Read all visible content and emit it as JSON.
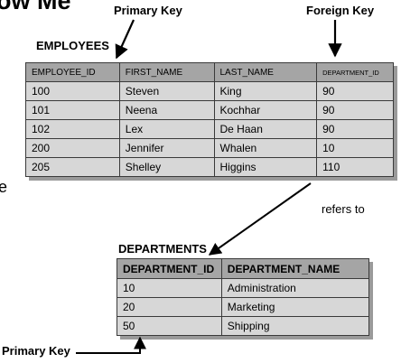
{
  "slide": {
    "title": "ow Me",
    "stray_char": "e"
  },
  "callouts": {
    "primary_key_top": "Primary Key",
    "foreign_key": "Foreign Key",
    "refers_to": "refers to",
    "primary_key_bottom": "Primary Key"
  },
  "employees": {
    "title": "EMPLOYEES",
    "columns": [
      "EMPLOYEE_ID",
      "FIRST_NAME",
      "LAST_NAME",
      "DEPARTMENT_ID"
    ],
    "rows": [
      [
        "100",
        "Steven",
        "King",
        "90"
      ],
      [
        "101",
        "Neena",
        "Kochhar",
        "90"
      ],
      [
        "102",
        "Lex",
        "De Haan",
        "90"
      ],
      [
        "200",
        "Jennifer",
        "Whalen",
        "10"
      ],
      [
        "205",
        "Shelley",
        "Higgins",
        "110"
      ]
    ]
  },
  "departments": {
    "title": "DEPARTMENTS",
    "columns": [
      "DEPARTMENT_ID",
      "DEPARTMENT_NAME"
    ],
    "rows": [
      [
        "10",
        "Administration"
      ],
      [
        "20",
        "Marketing"
      ],
      [
        "50",
        "Shipping"
      ]
    ]
  },
  "colors": {
    "header_fill": "#a5a5a5",
    "cell_fill": "#d7d7d7",
    "border": "#3a3a3a"
  }
}
